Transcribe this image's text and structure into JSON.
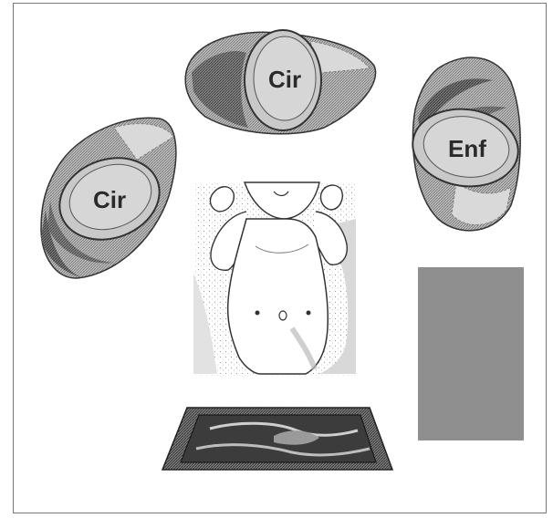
{
  "labels": {
    "top_pad": "Cir",
    "left_pad": "Cir",
    "right_pad": "Enf"
  },
  "colors": {
    "pad_fill": "#c9c9c9",
    "pad_inner": "#e6e6e6",
    "pad_shadow": "#5a5a5a",
    "block": "#8f8f8f",
    "ink": "#2a2a2a"
  },
  "icons": {
    "top": "electrode-pad-icon",
    "left": "electrode-pad-icon",
    "right": "electrode-pad-icon",
    "infant": "infant-torso-illustration",
    "tray": "gel-tray-icon"
  }
}
